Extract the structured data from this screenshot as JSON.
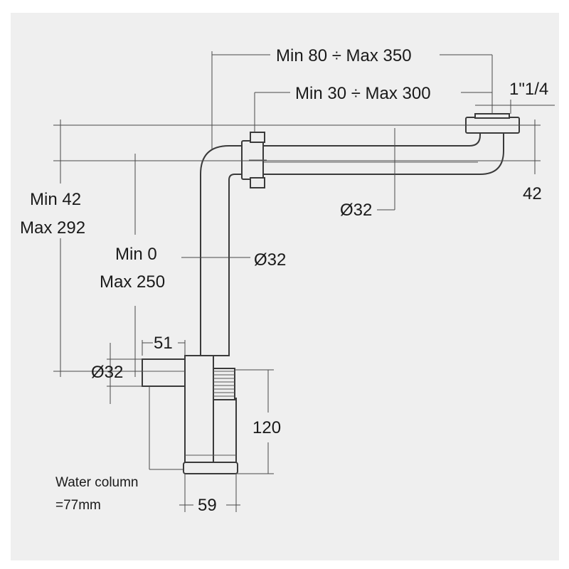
{
  "labels": {
    "overall_length": "Min 80 ÷ Max 350",
    "arm_length": "Min 30 ÷ Max 300",
    "thread_size": "1\"1/4",
    "outlet_offset": "42",
    "horizontal_pipe_dia": "Ø32",
    "vertical_pipe_dia": "Ø32",
    "height_min": "Min 42",
    "height_max": "Max 292",
    "adjust_min": "Min 0",
    "adjust_max": "Max 250",
    "outlet_length": "51",
    "outlet_dia": "Ø32",
    "body_height": "120",
    "body_width": "59",
    "water_column_line1": "Water column",
    "water_column_line2": "=77mm"
  }
}
